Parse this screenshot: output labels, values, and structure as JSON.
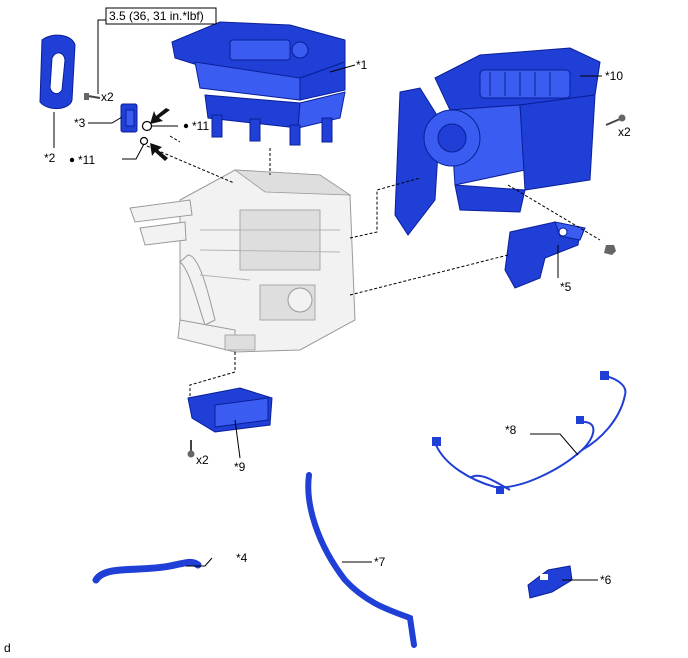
{
  "torque_box": {
    "text": "3.5 (36, 31 in.*lbf)"
  },
  "labels": {
    "p1": "*1",
    "p2": "*2",
    "p3": "*3",
    "p4": "*4",
    "p5": "*5",
    "p6": "*6",
    "p7": "*7",
    "p8": "*8",
    "p9": "*9",
    "p10": "*10",
    "p11a": "*11",
    "p11b": "*11"
  },
  "quantities": {
    "screw_top": "x2",
    "screw_right": "x2",
    "screw_bottom": "x2"
  },
  "corner_code": "d",
  "colors": {
    "part": "#1f3fd6",
    "ghost": "#f2f2f2",
    "outline": "#9a9a9a"
  }
}
